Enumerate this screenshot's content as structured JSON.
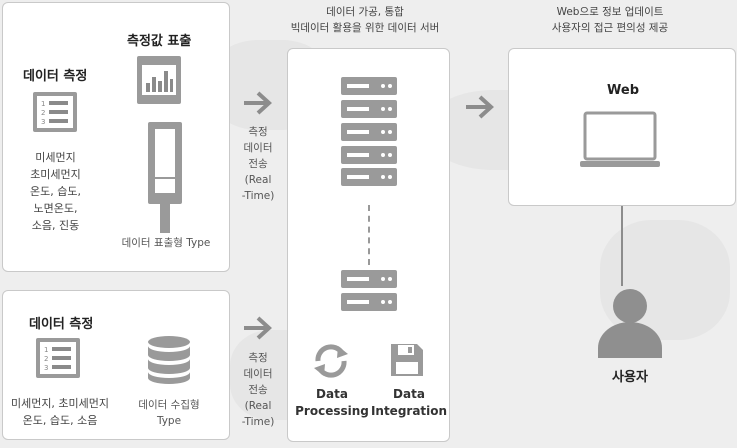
{
  "panel_display": {
    "measure_title": "데이터 측정",
    "measure_items": "미세먼지\n초미세먼지\n온도, 습도,\n노면온도,\n소음, 진동",
    "display_title": "측정값 표출",
    "display_type": "데이터 표출형 Type"
  },
  "panel_collect": {
    "measure_title": "데이터 측정",
    "measure_items": "미세먼지, 초미세먼지\n온도, 습도, 소음",
    "collect_type": "데이터 수집형\nType"
  },
  "transfer_label": "측정\n데이터\n전송\n(Real\n-Time)",
  "server": {
    "header": "데이터 가공, 통합\n빅데이터 활용을 위한 데이터 서버",
    "processing": "Data\nProcessing",
    "integration": "Data\nIntegration"
  },
  "web": {
    "header": "Web으로 정보 업데이트\n사용자의 접근 편의성 제공",
    "title": "Web"
  },
  "user": {
    "label": "사용자"
  },
  "colors": {
    "icon_gray": "#9a9a9a",
    "icon_dark": "#8a8a8a",
    "arrow": "#8c8c8c"
  }
}
